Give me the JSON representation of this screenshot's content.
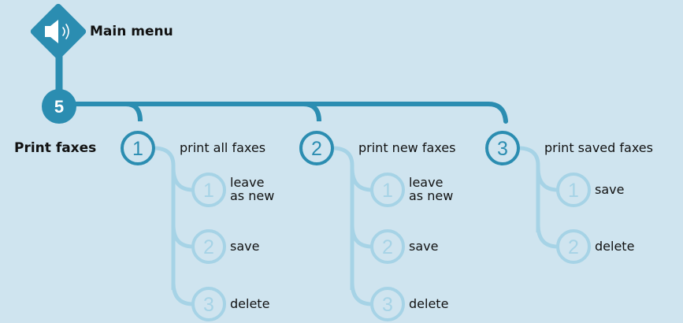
{
  "colors": {
    "background": "#cfe4ef",
    "dark": "#2b8db1",
    "light": "#a6d3e6",
    "text": "#111111"
  },
  "icon": "speaker-icon",
  "main_menu": {
    "label": "Main menu"
  },
  "print_faxes": {
    "number": "5",
    "label": "Print faxes"
  },
  "options": [
    {
      "number": "1",
      "label": "print all faxes",
      "sub": [
        {
          "number": "1",
          "lines": [
            "leave",
            "as new"
          ]
        },
        {
          "number": "2",
          "lines": [
            "save"
          ]
        },
        {
          "number": "3",
          "lines": [
            "delete"
          ]
        }
      ]
    },
    {
      "number": "2",
      "label": "print new faxes",
      "sub": [
        {
          "number": "1",
          "lines": [
            "leave",
            "as new"
          ]
        },
        {
          "number": "2",
          "lines": [
            "save"
          ]
        },
        {
          "number": "3",
          "lines": [
            "delete"
          ]
        }
      ]
    },
    {
      "number": "3",
      "label": "print saved faxes",
      "sub": [
        {
          "number": "1",
          "lines": [
            "save"
          ]
        },
        {
          "number": "2",
          "lines": [
            "delete"
          ]
        }
      ]
    }
  ]
}
